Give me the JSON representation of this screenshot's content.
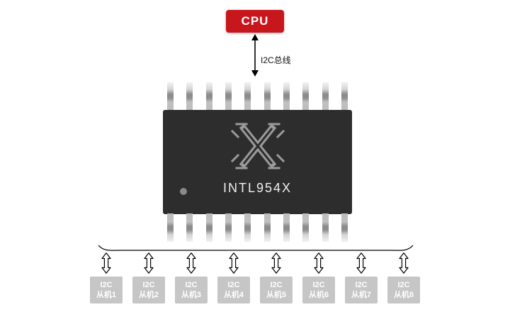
{
  "cpu": {
    "label": "CPU"
  },
  "bus": {
    "label": "I2C总线"
  },
  "chip": {
    "label": "INTL954X"
  },
  "slaves": {
    "items": [
      {
        "line1": "I2C",
        "line2": "从机1"
      },
      {
        "line1": "I2C",
        "line2": "从机2"
      },
      {
        "line1": "I2C",
        "line2": "从机3"
      },
      {
        "line1": "I2C",
        "line2": "从机4"
      },
      {
        "line1": "I2C",
        "line2": "从机5"
      },
      {
        "line1": "I2C",
        "line2": "从机6"
      },
      {
        "line1": "I2C",
        "line2": "从机7"
      },
      {
        "line1": "I2C",
        "line2": "从机8"
      }
    ]
  },
  "colors": {
    "cpu_bg": "#c8161d",
    "chip_body": "#2d2d2d",
    "slave_bg": "#c6c6c6"
  }
}
